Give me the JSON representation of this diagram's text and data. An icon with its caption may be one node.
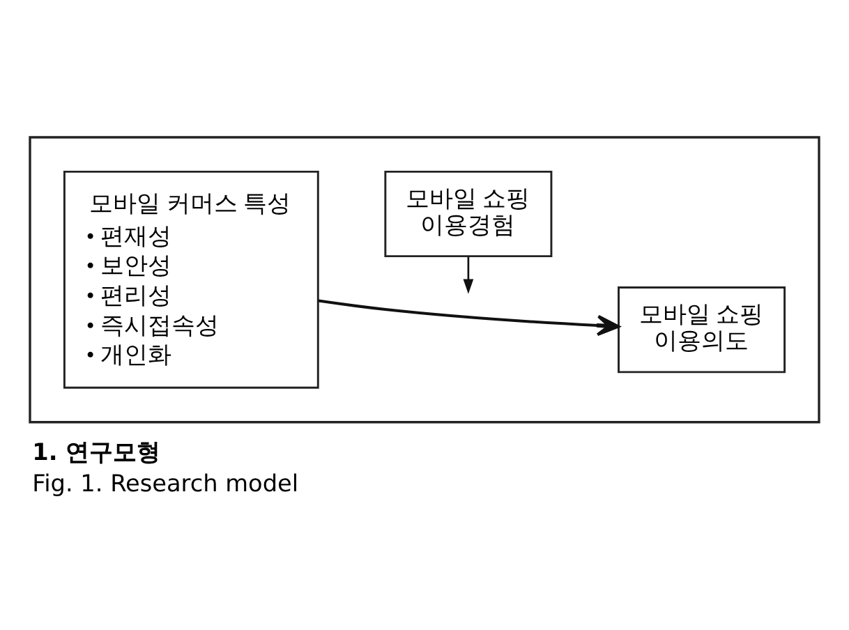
{
  "diagram": {
    "caption": [
      "1. 연구모형",
      "Fig. 1. Research model"
    ],
    "nodes": [
      {
        "text": [],
        "shape": "box"
      },
      {
        "text": [
          "모바일 커머스 특성",
          "• 편재성",
          "• 보안성",
          "• 편리성",
          "• 즉시접속성",
          "• 개인화"
        ],
        "in": 0
      },
      {
        "text": [
          "모바일 쇼핑 이용경험"
        ],
        "in": 0
      },
      {
        "text": [
          "모바일 쇼핑 이용의도"
        ],
        "in": 0
      }
    ],
    "edges": [
      {
        "from": 2,
        "to": null,
        "arrow": "to"
      },
      {
        "from": 1,
        "to": 3,
        "arrow": "to"
      }
    ]
  }
}
